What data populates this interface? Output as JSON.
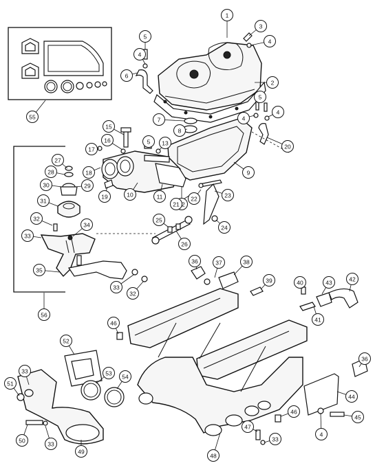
{
  "callouts": [
    {
      "id": "c1",
      "label": "1"
    },
    {
      "id": "c2",
      "label": "2"
    },
    {
      "id": "c3",
      "label": "3"
    },
    {
      "id": "c4a",
      "label": "4"
    },
    {
      "id": "c4b",
      "label": "4"
    },
    {
      "id": "c4c",
      "label": "4"
    },
    {
      "id": "c4d",
      "label": "4"
    },
    {
      "id": "c4e",
      "label": "4"
    },
    {
      "id": "c5a",
      "label": "5"
    },
    {
      "id": "c5b",
      "label": "5"
    },
    {
      "id": "c5c",
      "label": "5"
    },
    {
      "id": "c6",
      "label": "6"
    },
    {
      "id": "c7",
      "label": "7"
    },
    {
      "id": "c8",
      "label": "8"
    },
    {
      "id": "c9",
      "label": "9"
    },
    {
      "id": "c10",
      "label": "10"
    },
    {
      "id": "c11",
      "label": "11"
    },
    {
      "id": "c12",
      "label": "12"
    },
    {
      "id": "c13",
      "label": "13"
    },
    {
      "id": "c15",
      "label": "15"
    },
    {
      "id": "c16",
      "label": "16"
    },
    {
      "id": "c17",
      "label": "17"
    },
    {
      "id": "c18",
      "label": "18"
    },
    {
      "id": "c19",
      "label": "19"
    },
    {
      "id": "c20",
      "label": "20"
    },
    {
      "id": "c21",
      "label": "21"
    },
    {
      "id": "c22",
      "label": "22"
    },
    {
      "id": "c23",
      "label": "23"
    },
    {
      "id": "c24",
      "label": "24"
    },
    {
      "id": "c25",
      "label": "25"
    },
    {
      "id": "c26",
      "label": "26"
    },
    {
      "id": "c27",
      "label": "27"
    },
    {
      "id": "c28",
      "label": "28"
    },
    {
      "id": "c29",
      "label": "29"
    },
    {
      "id": "c30",
      "label": "30"
    },
    {
      "id": "c31",
      "label": "31"
    },
    {
      "id": "c32a",
      "label": "32"
    },
    {
      "id": "c32b",
      "label": "32"
    },
    {
      "id": "c33a",
      "label": "33"
    },
    {
      "id": "c33b",
      "label": "33"
    },
    {
      "id": "c33c",
      "label": "33"
    },
    {
      "id": "c33d",
      "label": "33"
    },
    {
      "id": "c33e",
      "label": "33"
    },
    {
      "id": "c34",
      "label": "34"
    },
    {
      "id": "c35",
      "label": "35"
    },
    {
      "id": "c36a",
      "label": "36"
    },
    {
      "id": "c36b",
      "label": "36"
    },
    {
      "id": "c37",
      "label": "37"
    },
    {
      "id": "c38",
      "label": "38"
    },
    {
      "id": "c39",
      "label": "39"
    },
    {
      "id": "c40",
      "label": "40"
    },
    {
      "id": "c41",
      "label": "41"
    },
    {
      "id": "c42",
      "label": "42"
    },
    {
      "id": "c43",
      "label": "43"
    },
    {
      "id": "c44",
      "label": "44"
    },
    {
      "id": "c45",
      "label": "45"
    },
    {
      "id": "c46a",
      "label": "46"
    },
    {
      "id": "c46b",
      "label": "46"
    },
    {
      "id": "c47",
      "label": "47"
    },
    {
      "id": "c48",
      "label": "48"
    },
    {
      "id": "c49",
      "label": "49"
    },
    {
      "id": "c50",
      "label": "50"
    },
    {
      "id": "c51",
      "label": "51"
    },
    {
      "id": "c52",
      "label": "52"
    },
    {
      "id": "c53",
      "label": "53"
    },
    {
      "id": "c54",
      "label": "54"
    },
    {
      "id": "c55",
      "label": "55"
    },
    {
      "id": "c56",
      "label": "56"
    }
  ]
}
